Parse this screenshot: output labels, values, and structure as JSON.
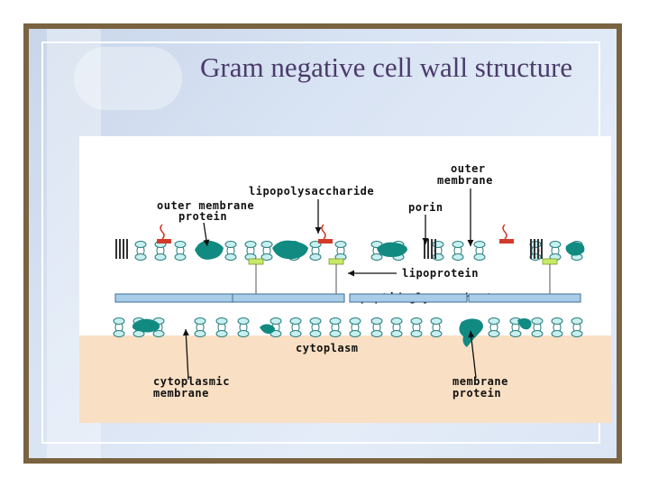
{
  "slide": {
    "title": "Gram negative cell wall structure"
  },
  "diagram": {
    "labels": {
      "outer_membrane_top": [
        "outer",
        "membrane"
      ],
      "lipopolysaccharide": "lipopolysaccharide",
      "outer_membrane_protein": [
        "outer membrane",
        "protein"
      ],
      "porin": "porin",
      "lipoprotein": "lipoprotein",
      "peptidoglycan_sheet": "peptidoglycan sheet",
      "cytoplasm": "cytoplasm",
      "cytoplasmic_membrane": [
        "cytoplasmic",
        "membrane"
      ],
      "membrane_protein": [
        "membrane",
        "protein"
      ]
    },
    "colors": {
      "protein_teal": "#118a82",
      "lipid_head_fill": "#c7f0f0",
      "lipid_head_stroke": "#2a7a7a",
      "peptidoglycan_fill": "#a9cde6",
      "peptidoglycan_stroke": "#3b6e9a",
      "lipoprotein_fill": "#c6e96a",
      "lps_red": "#d23a2a",
      "cytoplasm_fill": "#f9dfc3",
      "porin_dark": "#333333"
    }
  }
}
